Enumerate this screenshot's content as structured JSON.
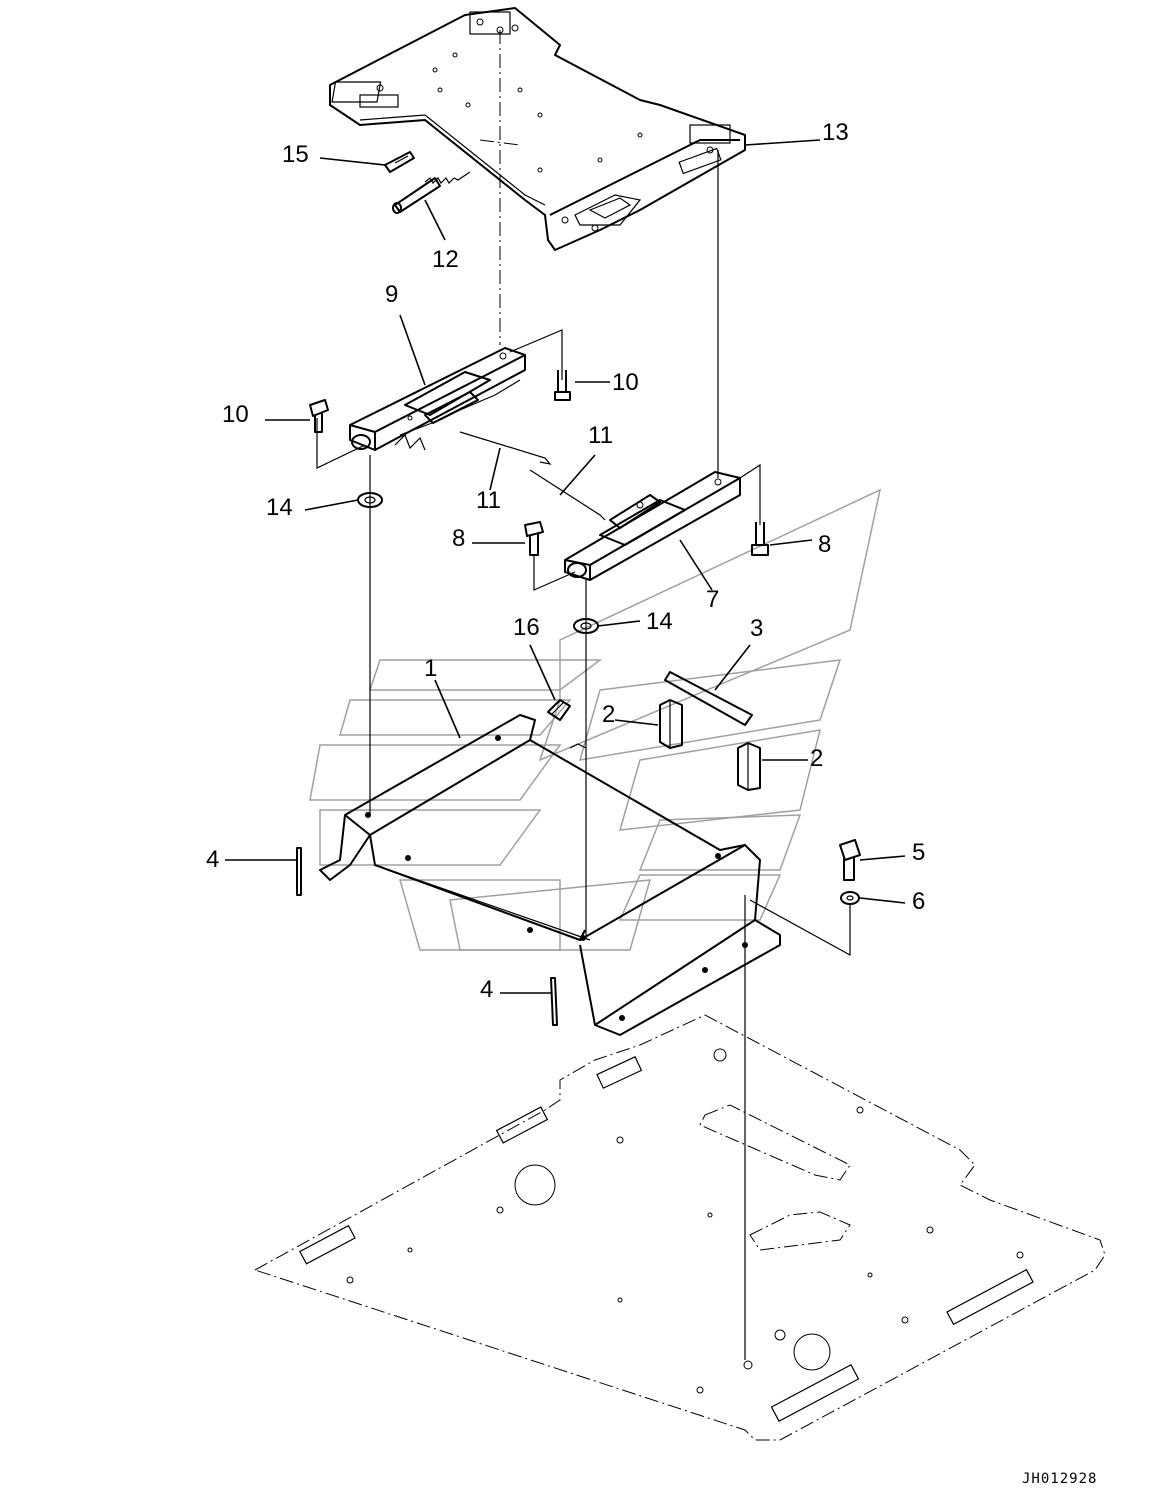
{
  "diagram": {
    "callouts": {
      "c1": "1",
      "c2a": "2",
      "c2b": "2",
      "c3": "3",
      "c4a": "4",
      "c4b": "4",
      "c5": "5",
      "c6": "6",
      "c7": "7",
      "c8a": "8",
      "c8b": "8",
      "c9": "9",
      "c10a": "10",
      "c10b": "10",
      "c11a": "11",
      "c11b": "11",
      "c12": "12",
      "c13": "13",
      "c14a": "14",
      "c14b": "14",
      "c15": "15",
      "c16": "16"
    },
    "drawing_id": "JH012928"
  }
}
